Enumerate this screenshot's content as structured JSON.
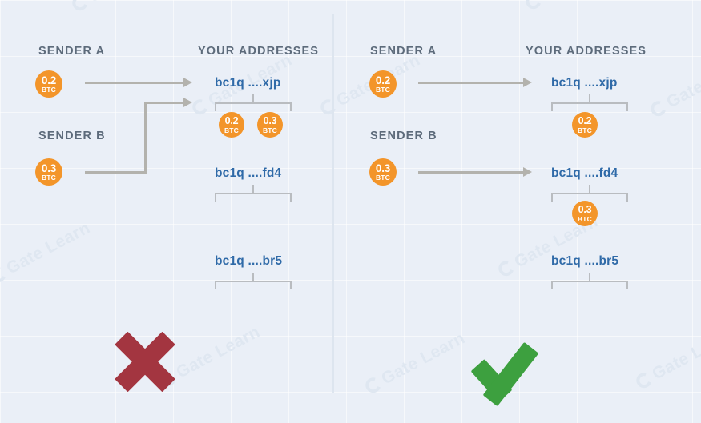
{
  "diagram": {
    "title": "Bitcoin address reuse vs. fresh addresses",
    "colors": {
      "background": "#eaeff7",
      "coin": "#f3952a",
      "address_text": "#2f6aa8",
      "label_text": "#5d6b7b",
      "arrow": "#b3b2ad",
      "bracket": "#b9bcc0",
      "cross": "#a33540",
      "check": "#3da03f"
    },
    "watermark": {
      "text": "Gate Learn",
      "logo_icon": "gate-logo-icon"
    }
  },
  "panels": {
    "bad": {
      "verdict": "incorrect",
      "verdict_icon": "cross-icon",
      "headers": {
        "senders": "YOUR ADDRESSES",
        "sender_a": "SENDER A",
        "sender_b": "SENDER B"
      },
      "senders": [
        {
          "name": "SENDER A",
          "amount": "0.2",
          "unit": "BTC"
        },
        {
          "name": "SENDER B",
          "amount": "0.3",
          "unit": "BTC"
        }
      ],
      "addresses": [
        {
          "label": "bc1q ....xjp",
          "received": [
            {
              "amount": "0.2",
              "unit": "BTC"
            },
            {
              "amount": "0.3",
              "unit": "BTC"
            }
          ]
        },
        {
          "label": "bc1q ....fd4",
          "received": []
        },
        {
          "label": "bc1q ....br5",
          "received": []
        }
      ]
    },
    "good": {
      "verdict": "correct",
      "verdict_icon": "check-icon",
      "headers": {
        "senders": "YOUR ADDRESSES",
        "sender_a": "SENDER A",
        "sender_b": "SENDER B"
      },
      "senders": [
        {
          "name": "SENDER A",
          "amount": "0.2",
          "unit": "BTC"
        },
        {
          "name": "SENDER B",
          "amount": "0.3",
          "unit": "BTC"
        }
      ],
      "addresses": [
        {
          "label": "bc1q ....xjp",
          "received": [
            {
              "amount": "0.2",
              "unit": "BTC"
            }
          ]
        },
        {
          "label": "bc1q ....fd4",
          "received": [
            {
              "amount": "0.3",
              "unit": "BTC"
            }
          ]
        },
        {
          "label": "bc1q ....br5",
          "received": []
        }
      ]
    }
  }
}
